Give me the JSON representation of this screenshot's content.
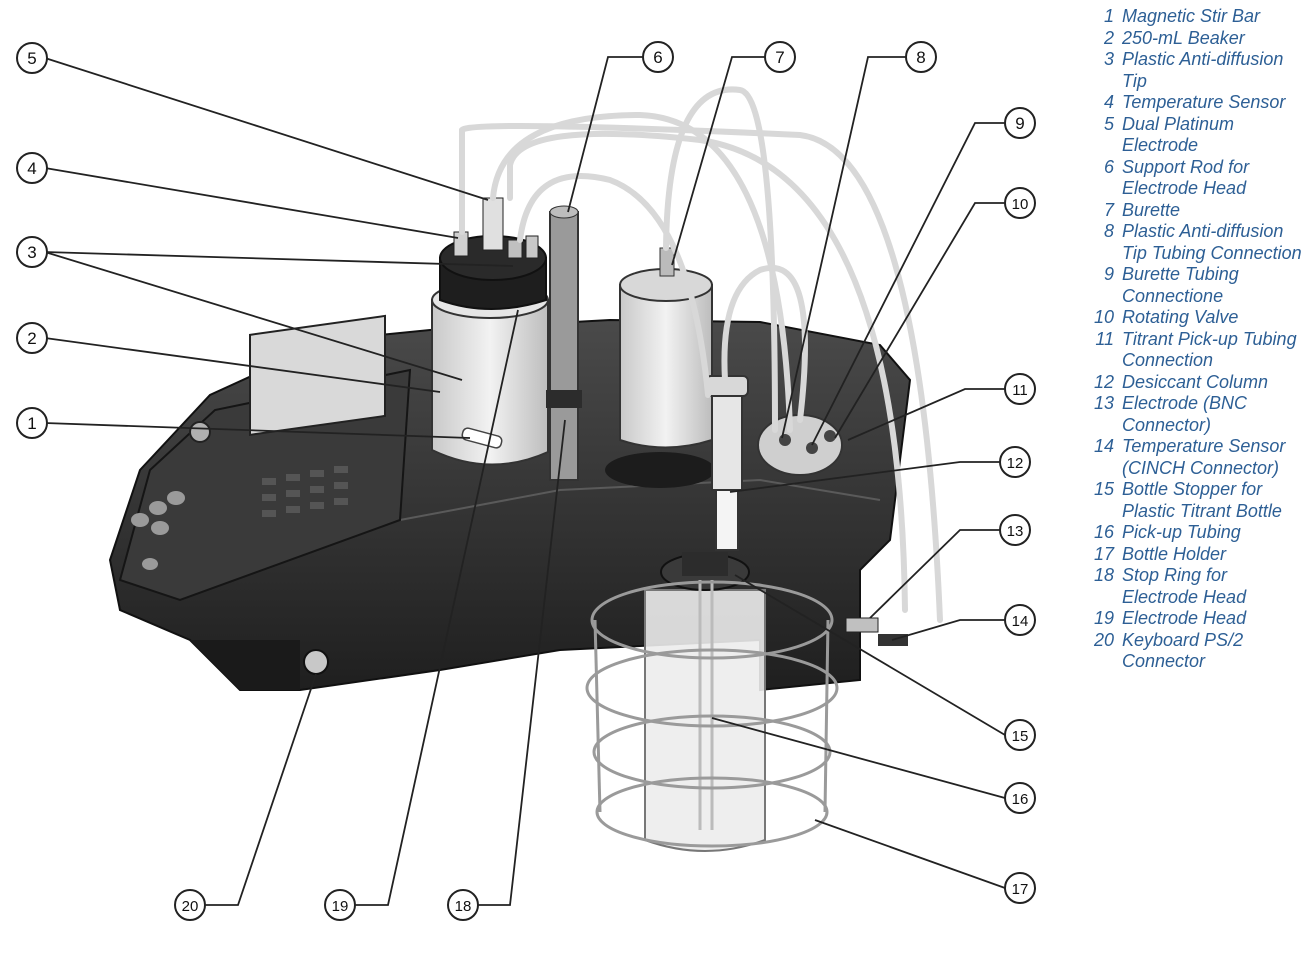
{
  "callouts": [
    "1",
    "2",
    "3",
    "4",
    "5",
    "6",
    "7",
    "8",
    "9",
    "10",
    "11",
    "12",
    "13",
    "14",
    "15",
    "16",
    "17",
    "18",
    "19",
    "20"
  ],
  "legend": [
    {
      "num": "1",
      "text": "Magnetic Stir Bar"
    },
    {
      "num": "2",
      "text": "250-mL Beaker"
    },
    {
      "num": "3",
      "text": "Plastic Anti-diffusion Tip"
    },
    {
      "num": "4",
      "text": "Temperature Sensor"
    },
    {
      "num": "5",
      "text": "Dual Platinum Electrode"
    },
    {
      "num": "6",
      "text": "Support Rod for Electrode Head"
    },
    {
      "num": "7",
      "text": "Burette"
    },
    {
      "num": "8",
      "text": "Plastic Anti-diffusion Tip Tubing Connection"
    },
    {
      "num": "9",
      "text": "Burette Tubing Connectione"
    },
    {
      "num": "10",
      "text": "Rotating Valve"
    },
    {
      "num": "11",
      "text": "Titrant Pick-up Tubing Connection"
    },
    {
      "num": "12",
      "text": "Desiccant Column"
    },
    {
      "num": "13",
      "text": "Electrode (BNC Connector)"
    },
    {
      "num": "14",
      "text": "Temperature Sensor (CINCH Connector)"
    },
    {
      "num": "15",
      "text": "Bottle Stopper for Plastic Titrant Bottle"
    },
    {
      "num": "16",
      "text": "Pick-up Tubing"
    },
    {
      "num": "17",
      "text": "Bottle Holder"
    },
    {
      "num": "18",
      "text": "Stop Ring for Electrode Head"
    },
    {
      "num": "19",
      "text": "Electrode Head"
    },
    {
      "num": "20",
      "text": "Keyboard PS/2 Connector"
    }
  ],
  "colors": {
    "legend_text": "#2d5f95",
    "body": "#2e2e2e",
    "tubing": "#d8d8d8"
  }
}
